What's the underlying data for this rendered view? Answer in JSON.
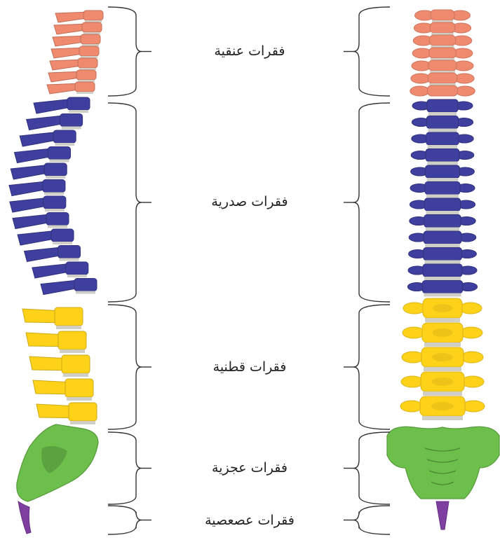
{
  "regions": [
    {
      "id": "cervical",
      "label": "فقرات عنقية",
      "color": "#F08A6E"
    },
    {
      "id": "thoracic",
      "label": "فقرات صدرية",
      "color": "#3E3F9E"
    },
    {
      "id": "lumbar",
      "label": "فقرات قطنية",
      "color": "#FFD21A"
    },
    {
      "id": "sacral",
      "label": "فقرات عجزية",
      "color": "#6DBF4B"
    },
    {
      "id": "coccygeal",
      "label": "فقرات عصعصية",
      "color": "#7E3FA0"
    }
  ],
  "colors": {
    "disc": "#CFCFC8",
    "bracket": "#333333",
    "outline": "#8A8A8A"
  }
}
